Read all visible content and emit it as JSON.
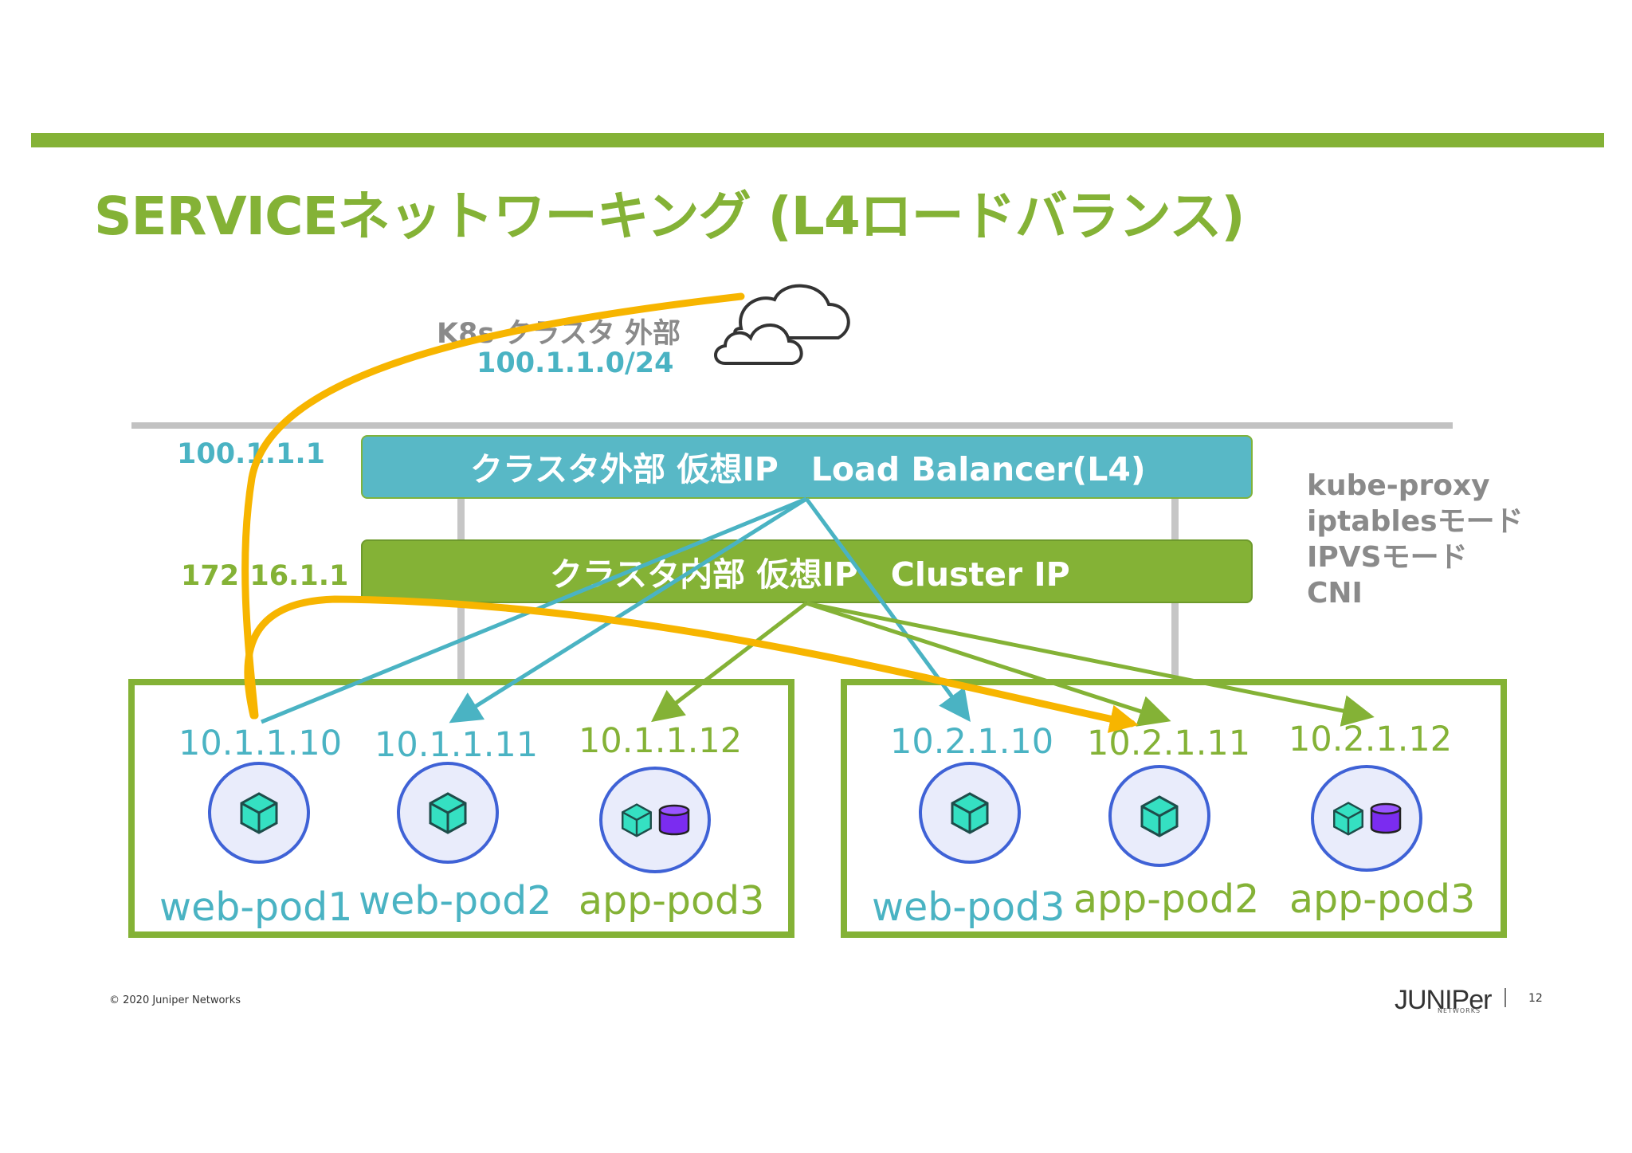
{
  "title": "SERVICEネットワーキング (L4ロードバランス)",
  "external": {
    "label": "K8s クラスタ 外部",
    "subnet": "100.1.1.0/24"
  },
  "load_balancer": {
    "label": "クラスタ外部 仮想IP　Load Balancer(L4)",
    "ip": "100.1.1.1"
  },
  "cluster_ip": {
    "label": "クラスタ内部 仮想IP　Cluster IP",
    "ip": "172.16.1.1"
  },
  "side_notes": [
    "kube-proxy",
    "iptablesモード",
    "IPVSモード",
    "CNI"
  ],
  "nodes": [
    {
      "pods": [
        {
          "ip": "10.1.1.10",
          "name": "web-pod1",
          "type": "web"
        },
        {
          "ip": "10.1.1.11",
          "name": "web-pod2",
          "type": "web"
        },
        {
          "ip": "10.1.1.12",
          "name": "app-pod3",
          "type": "app"
        }
      ]
    },
    {
      "pods": [
        {
          "ip": "10.2.1.10",
          "name": "web-pod3",
          "type": "web"
        },
        {
          "ip": "10.2.1.11",
          "name": "app-pod2",
          "type": "app"
        },
        {
          "ip": "10.2.1.12",
          "name": "app-pod3",
          "type": "app"
        }
      ]
    }
  ],
  "footer": {
    "copyright": "© 2020 Juniper Networks",
    "logo": "JUNIPer",
    "logo_sub": "NETWORKS",
    "page": "12"
  },
  "colors": {
    "brand_green": "#84b236",
    "lb_blue": "#58b8c6",
    "flow_orange": "#f7b500",
    "text_gray": "#8a8a8a",
    "pod_ring": "#3f62d6",
    "cube_teal": "#35e0c2",
    "db_purple": "#7b2cf0"
  },
  "icons": {
    "external_network": "cloud-icon",
    "web_container": "cube-icon",
    "app_database": "database-icon"
  }
}
